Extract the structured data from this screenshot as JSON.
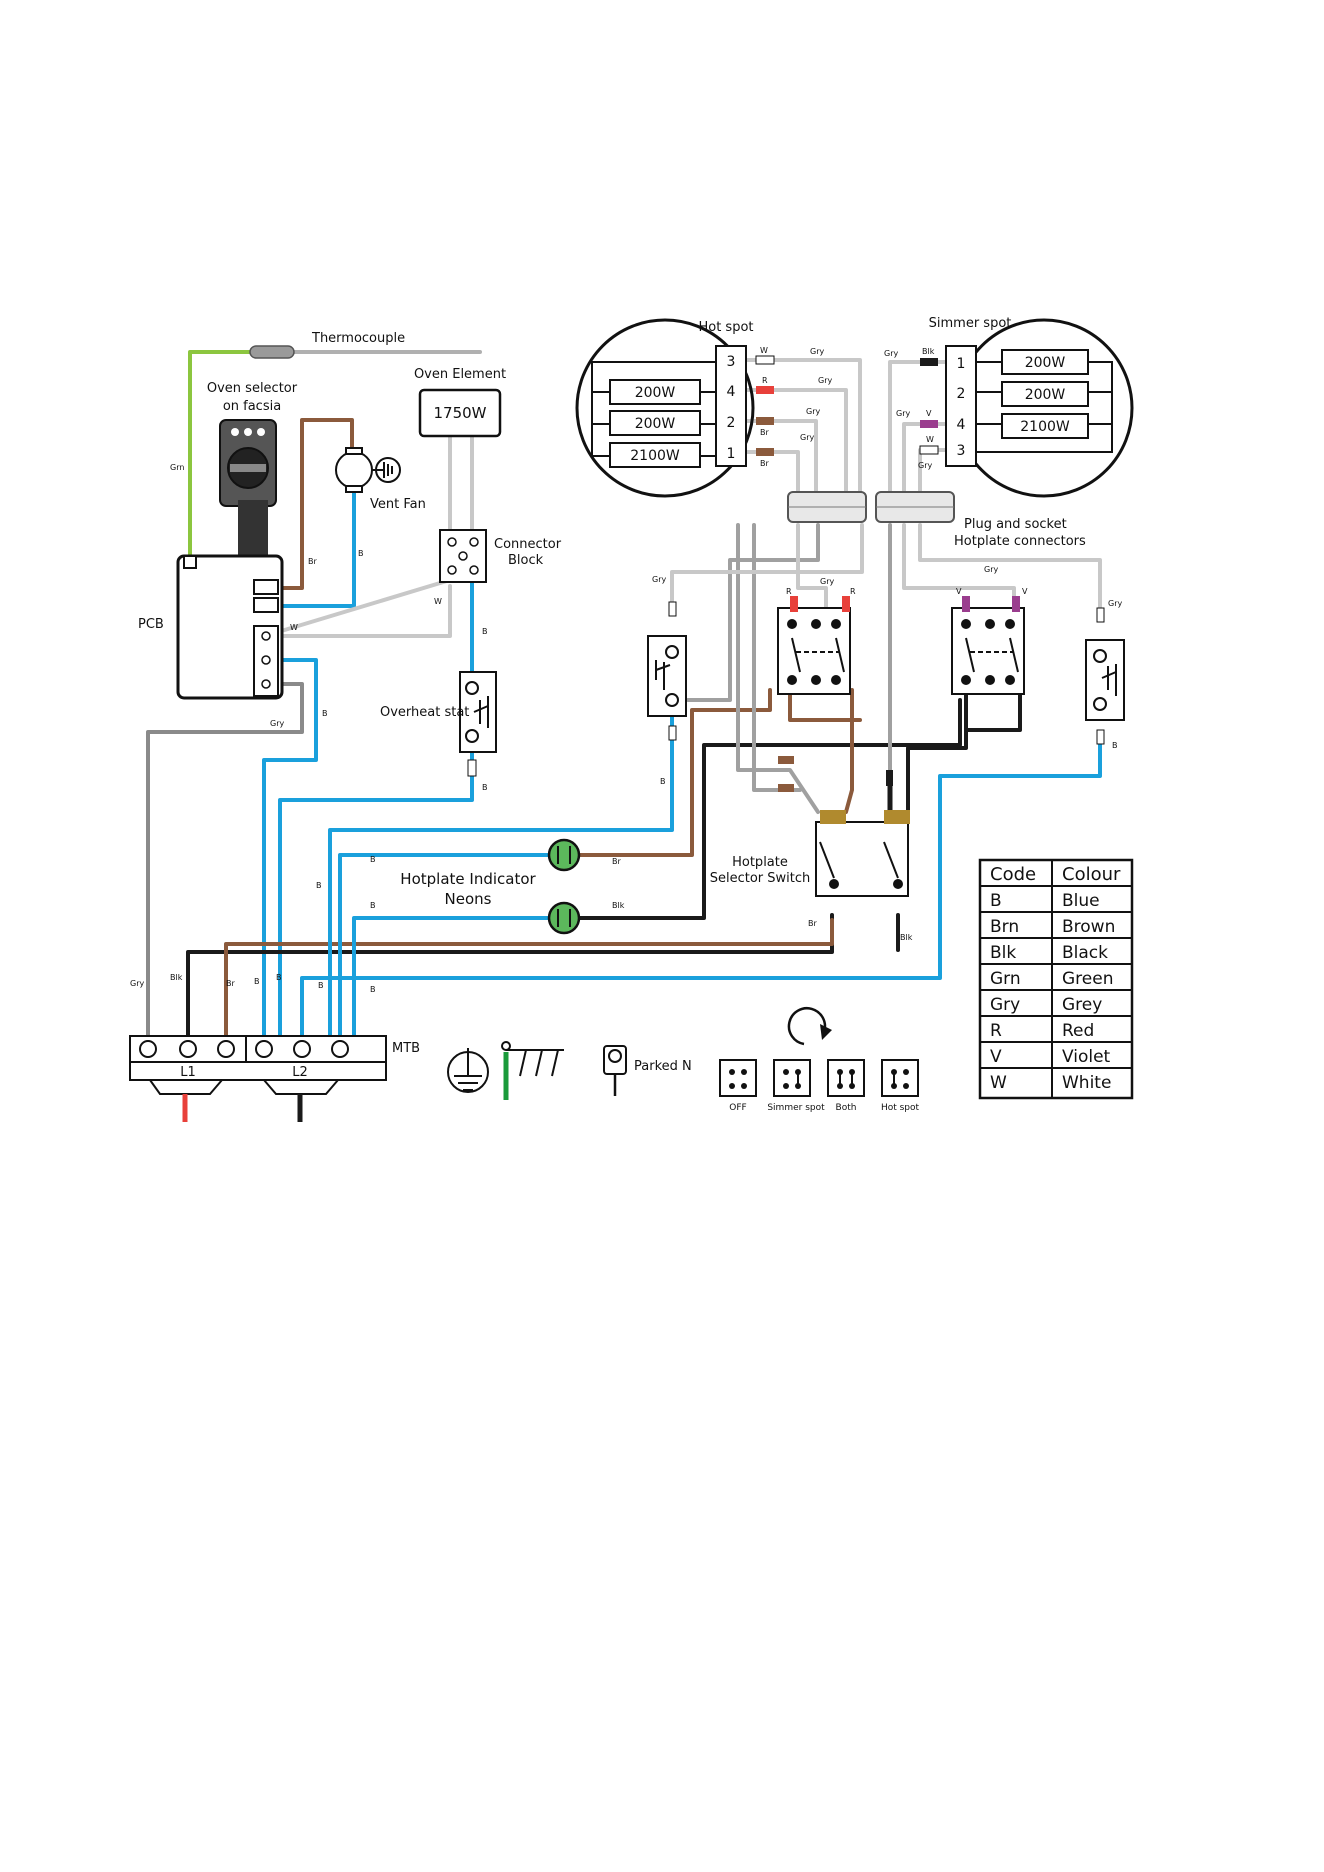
{
  "labels": {
    "thermocouple": "Thermocouple",
    "oven_selector_line1": "Oven selector",
    "oven_selector_line2": "on facsia",
    "oven_element": "Oven Element",
    "oven_element_power": "1750W",
    "vent_fan": "Vent Fan",
    "connector_block_line1": "Connector",
    "connector_block_line2": "Block",
    "pcb": "PCB",
    "overheat_stat": "Overheat stat",
    "hot_spot": "Hot spot",
    "simmer_spot": "Simmer spot",
    "plug_socket_line1": "Plug and socket",
    "plug_socket_line2": "Hotplate connectors",
    "hotplate_neons_line1": "Hotplate Indicator",
    "hotplate_neons_line2": "Neons",
    "selector_switch_line1": "Hotplate",
    "selector_switch_line2": "Selector Switch",
    "mtb": "MTB",
    "l1": "L1",
    "l2": "L2",
    "parked_n": "Parked N"
  },
  "hot_spot": {
    "terminals": [
      "3",
      "4",
      "2",
      "1"
    ],
    "elements": [
      "200W",
      "200W",
      "2100W"
    ]
  },
  "simmer_spot": {
    "terminals": [
      "1",
      "2",
      "4",
      "3"
    ],
    "elements": [
      "200W",
      "200W",
      "2100W"
    ]
  },
  "wire_codes": {
    "grn": "Grn",
    "br": "Br",
    "b": "B",
    "w": "W",
    "gry": "Gry",
    "r": "R",
    "blk": "Blk",
    "v": "V"
  },
  "switch_positions": [
    "OFF",
    "Simmer spot",
    "Both",
    "Hot spot"
  ],
  "legend": {
    "headers": [
      "Code",
      "Colour"
    ],
    "rows": [
      [
        "B",
        "Blue"
      ],
      [
        "Brn",
        "Brown"
      ],
      [
        "Blk",
        "Black"
      ],
      [
        "Grn",
        "Green"
      ],
      [
        "Gry",
        "Grey"
      ],
      [
        "R",
        "Red"
      ],
      [
        "V",
        "Violet"
      ],
      [
        "W",
        "White"
      ]
    ]
  },
  "colors": {
    "blue": "#1aa0dc",
    "brown": "#8b5a3c",
    "black": "#1a1a1a",
    "green": "#8cc63f",
    "grey": "#8a8a8a",
    "light_grey": "#c8c8c8",
    "red": "#e8403a",
    "violet": "#9a3d8e",
    "neon_green": "#5cb85c",
    "earth_green": "#1a9a3a"
  }
}
